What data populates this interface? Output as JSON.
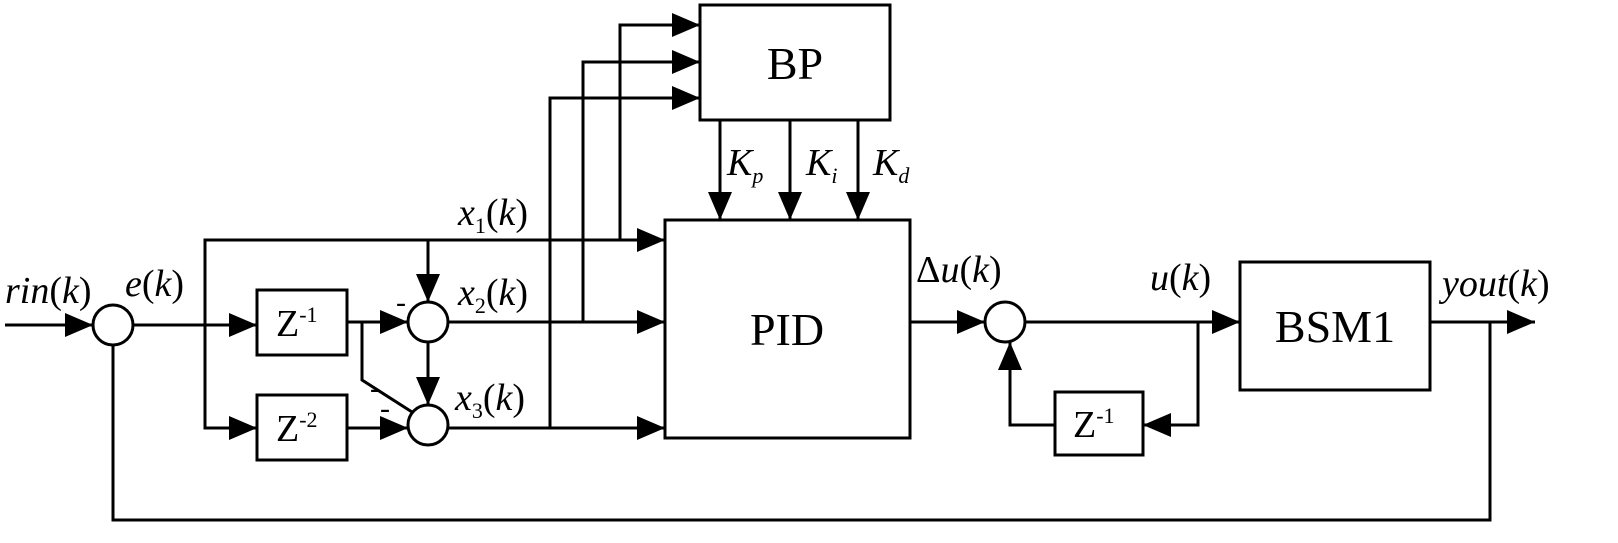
{
  "blocks": {
    "bp": "BP",
    "pid": "PID",
    "plant": "BSM1",
    "delay1": {
      "base": "Z",
      "exp": "-1"
    },
    "delay2": {
      "base": "Z",
      "exp": "-2"
    },
    "delay_u": {
      "base": "Z",
      "exp": "-1"
    }
  },
  "signals": {
    "rin": {
      "name": "rin",
      "arg": "(",
      "k": "k",
      "close": ")"
    },
    "e": {
      "name": "e",
      "arg": "(",
      "k": "k",
      "close": ")"
    },
    "x1": {
      "name": "x",
      "sub": "1",
      "arg": "(",
      "k": "k",
      "close": ")"
    },
    "x2": {
      "name": "x",
      "sub": "2",
      "arg": "(",
      "k": "k",
      "close": ")"
    },
    "x3": {
      "name": "x",
      "sub": "3",
      "arg": "(",
      "k": "k",
      "close": ")"
    },
    "du": {
      "prefix": "Δ",
      "name": "u",
      "arg": "(",
      "k": "k",
      "close": ")"
    },
    "u": {
      "name": "u",
      "arg": "(",
      "k": "k",
      "close": ")"
    },
    "yout": {
      "name": "yout",
      "arg": "(",
      "k": "k",
      "close": ")"
    }
  },
  "gains": {
    "kp": {
      "name": "K",
      "sub": "p"
    },
    "ki": {
      "name": "K",
      "sub": "i"
    },
    "kd": {
      "name": "K",
      "sub": "d"
    }
  },
  "signs": {
    "sum2_minus": "-",
    "sum3_minus_a": "-",
    "sum3_minus_b": "-"
  }
}
